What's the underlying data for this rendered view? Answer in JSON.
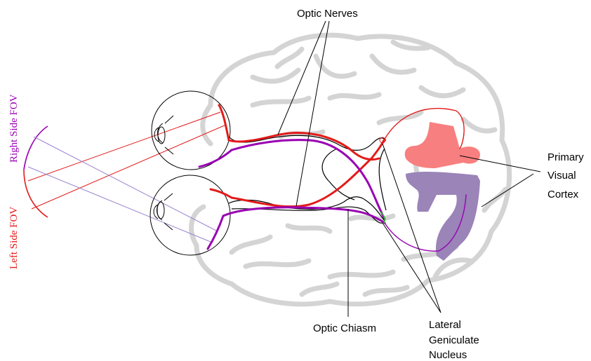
{
  "labels": {
    "optic_nerves": "Optic Nerves",
    "optic_chiasm": "Optic Chiasm",
    "primary_visual_cortex": [
      "Primary",
      "Visual",
      "Cortex"
    ],
    "lateral_geniculate_nucleus": [
      "Lateral",
      "Geniculate",
      "Nucleus"
    ],
    "right_side_fov": "Right Side FOV",
    "left_side_fov": "Left Side FOV"
  },
  "colors": {
    "right_pathway": "#e31a1a",
    "left_pathway": "#9900b3",
    "right_cortex": "#f87f7f",
    "left_cortex": "#9a84b8",
    "brain_outline": "#d4d4d4",
    "fov_left_text": "#e31a1a",
    "fov_right_text": "#9900b3",
    "left_rays": "#9b82cf"
  }
}
